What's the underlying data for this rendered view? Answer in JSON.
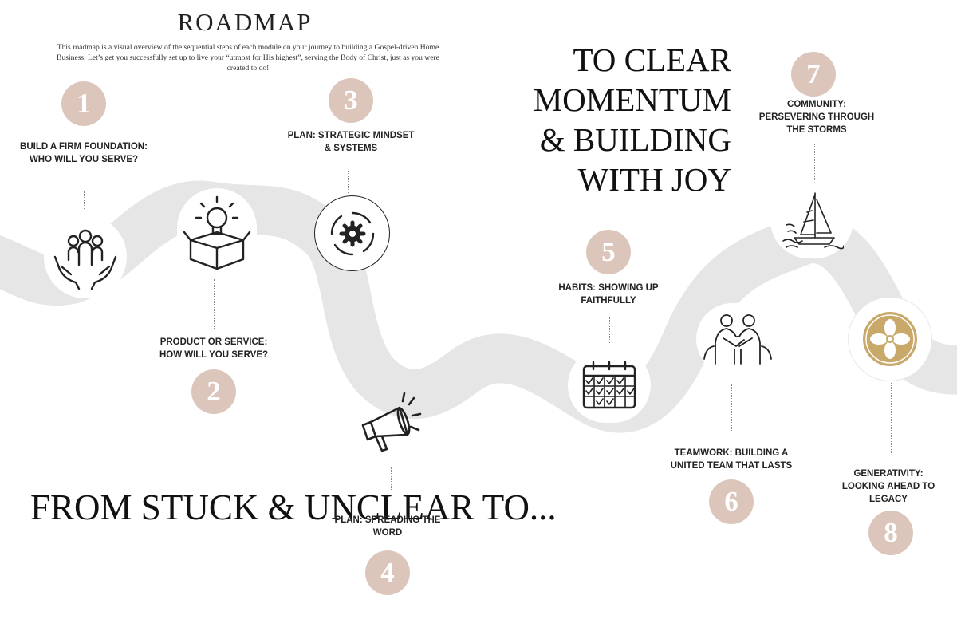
{
  "title": "ROADMAP",
  "intro": "This roadmap is a visual overview of the sequential steps of each module on your journey to building a Gospel-driven Home Business. Let’s get you successfully set up to live your “utmost for His highest”, serving the Body of Christ, just as you were created to do!",
  "headline_left": "FROM STUCK & UNCLEAR TO...",
  "headline_right": "TO CLEAR MOMENTUM & BUILDING WITH JOY",
  "colors": {
    "number_circle": "#dcc6bb",
    "road": "#e6e6e6",
    "gold": "#c9a96a"
  },
  "steps": [
    {
      "number": "1",
      "label_line1": "BUILD A FIRM FOUNDATION:",
      "label_line2": "WHO WILL YOU SERVE?",
      "icon": "people-in-hands-icon"
    },
    {
      "number": "2",
      "label_line1": "PRODUCT OR SERVICE:",
      "label_line2": "HOW WILL YOU SERVE?",
      "icon": "lightbulb-box-icon"
    },
    {
      "number": "3",
      "label_line1": "PLAN: STRATEGIC MINDSET",
      "label_line2": "& SYSTEMS",
      "icon": "gear-icon"
    },
    {
      "number": "4",
      "label_line1": "PLAN: SPREADING THE",
      "label_line2": "WORD",
      "icon": "megaphone-icon"
    },
    {
      "number": "5",
      "label_line1": "HABITS: SHOWING UP",
      "label_line2": "FAITHFULLY",
      "icon": "calendar-icon"
    },
    {
      "number": "6",
      "label_line1": "TEAMWORK: BUILDING A",
      "label_line2": "UNITED TEAM THAT LASTS",
      "icon": "teamwork-icon"
    },
    {
      "number": "7",
      "label_line1": "COMMUNITY:",
      "label_line2": "PERSEVERING THROUGH",
      "label_line3": "THE STORMS",
      "icon": "sailboat-icon"
    },
    {
      "number": "8",
      "label_line1": "GENERATIVITY:",
      "label_line2": "LOOKING AHEAD TO",
      "label_line3": "LEGACY",
      "icon": "flower-emblem-icon"
    }
  ]
}
